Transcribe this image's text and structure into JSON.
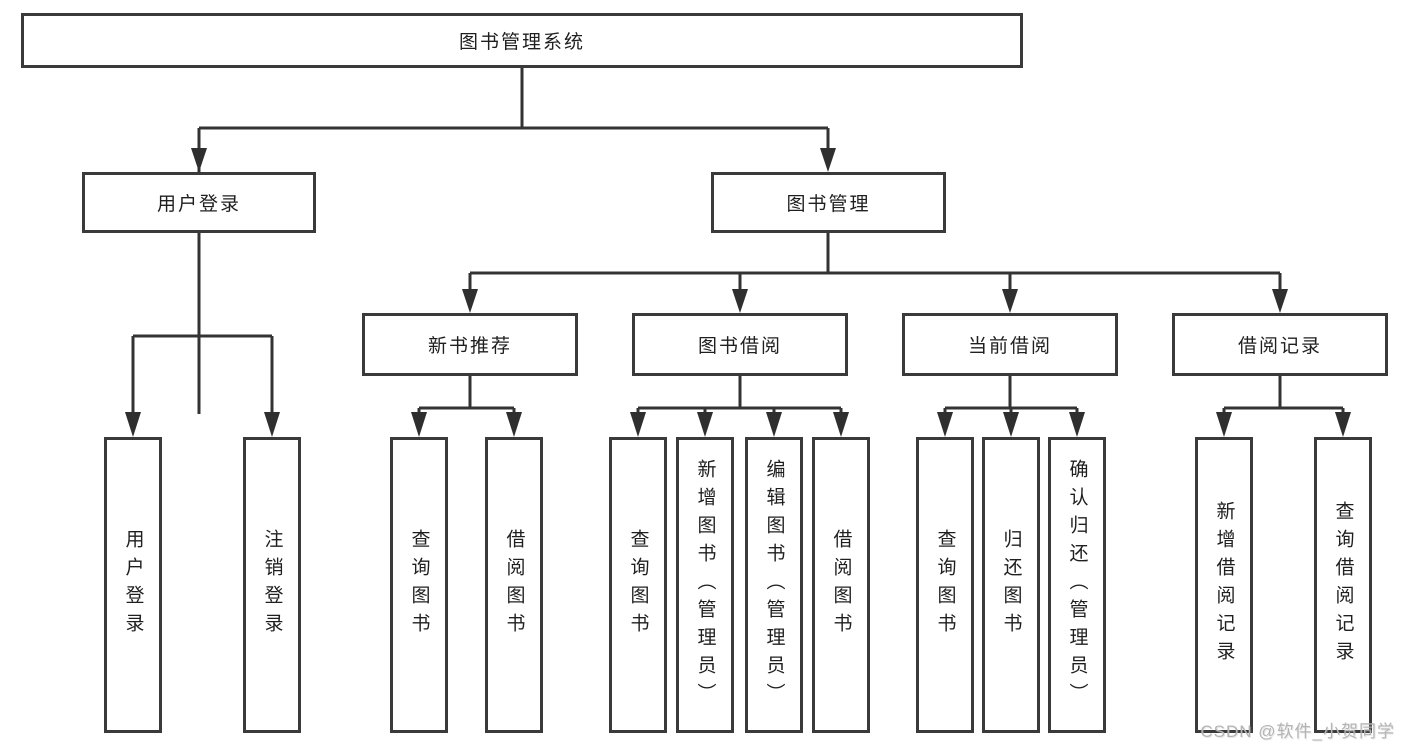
{
  "nodes": {
    "root": "图书管理系统",
    "user_login": "用户登录",
    "book_mgmt": "图书管理",
    "new_book_rec": "新书推荐",
    "book_borrow": "图书借阅",
    "current_borrow": "当前借阅",
    "borrow_records": "借阅记录",
    "leaf_user_login": "用户登录",
    "leaf_logout": "注销登录",
    "rec_query_book": "查询图书",
    "rec_borrow_book": "借阅图书",
    "bb_query_book": "查询图书",
    "bb_add_book": "新增图书（管理员）",
    "bb_edit_book": "编辑图书（管理员）",
    "bb_borrow_book": "借阅图书",
    "cb_query_book": "查询图书",
    "cb_return_book": "归还图书",
    "cb_confirm_return": "确认归还（管理员）",
    "br_add_record": "新增借阅记录",
    "br_query_record": "查询借阅记录"
  },
  "watermark": "CSDN @软件_小贺同学",
  "colors": {
    "box_border": "#3a3a3a",
    "line": "#333333",
    "arrow": "#2f2f2f",
    "text": "#1f1f1f",
    "watermark": "#b4b4b4",
    "background": "#ffffff"
  }
}
